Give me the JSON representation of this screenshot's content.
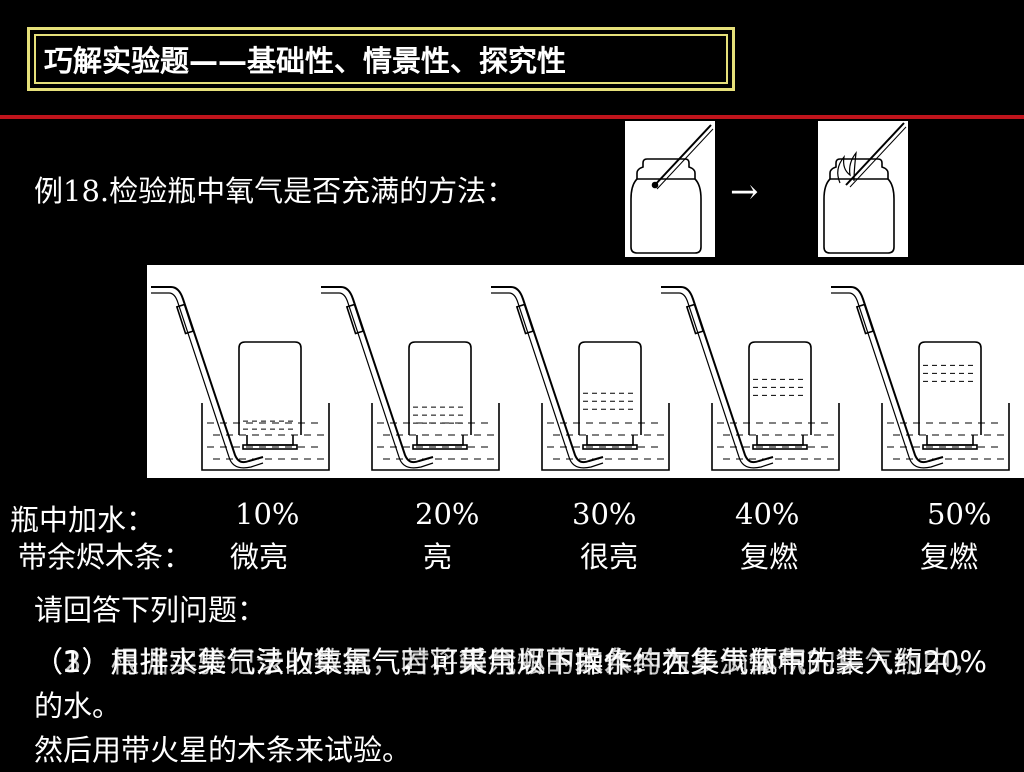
{
  "title": "巧解实验题——基础性、情景性、探究性",
  "example_prompt": "例18.检验瓶中氧气是否充满的方法：",
  "arrow": "→",
  "table": {
    "row1_label": "瓶中加水：",
    "row1_values": [
      "10%",
      "20%",
      "30%",
      "40%",
      "50%"
    ],
    "row2_label": "带余烬木条：",
    "row2_values": [
      "微亮",
      "亮",
      "很亮",
      "复燃",
      "复燃"
    ]
  },
  "question_prompt": "请回答下列问题：",
  "answer_layers": {
    "layer_a": "（1）用排水集气法收集氧气，可采用以下操作：在集气瓶中先装入约20%的水。",
    "layer_b": "（2）根据实验记录的数据，若将带余烬的木条伸入集满氧气的集气瓶中，",
    "layer_c": "（3）用排水集气法收集氧气时，集气瓶中的水约为多少体积？",
    "layer_d": "然后用带火星的木条来试验。"
  }
}
